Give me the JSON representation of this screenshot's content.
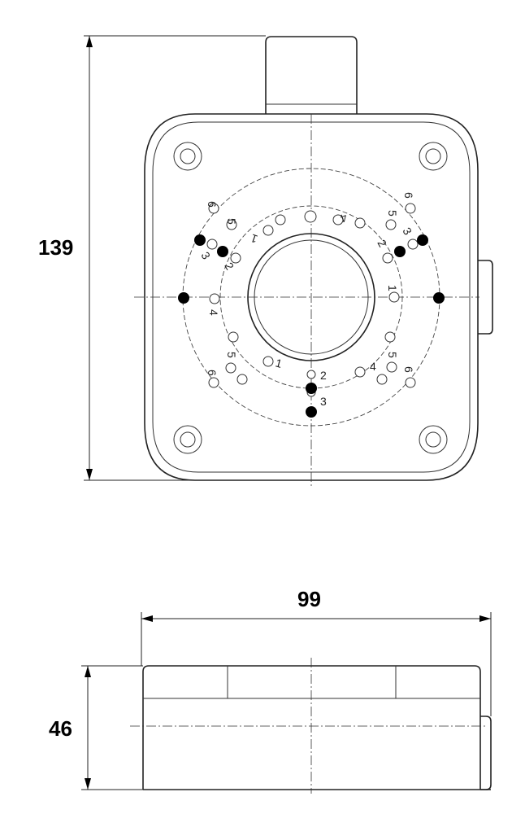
{
  "dimensions": {
    "height_top": "139",
    "width": "99",
    "depth": "46"
  },
  "hole_labels": {
    "left": [
      "6",
      "5",
      "3",
      "2",
      "4",
      "5",
      "6"
    ],
    "top": [
      "1",
      "4"
    ],
    "right": [
      "6",
      "5",
      "3",
      "2",
      "1",
      "5",
      "4",
      "6"
    ],
    "bottom": [
      "1",
      "2",
      "3"
    ]
  }
}
